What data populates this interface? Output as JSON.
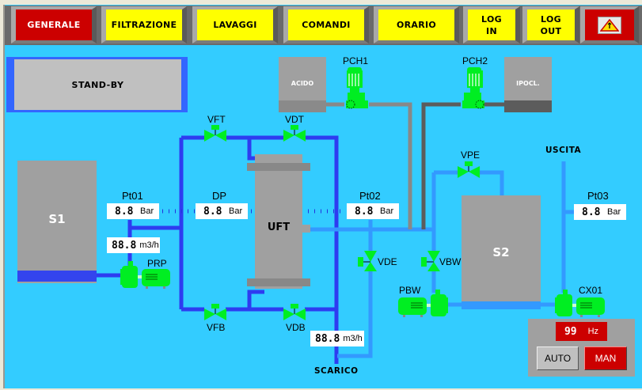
{
  "nav": {
    "generale": "GENERALE",
    "filtrazione": "FILTRAZIONE",
    "lavaggi": "LAVAGGI",
    "comandi": "COMANDI",
    "orario": "ORARIO",
    "log_in": "LOG\nIN",
    "log_out": "LOG\nOUT",
    "alarm_icon": "warning-triangle"
  },
  "status": "STAND-BY",
  "tanks": {
    "s1": "S1",
    "s2": "S2",
    "uft": "UFT",
    "acido": "ACIDO",
    "ipocl": "IPOCL."
  },
  "valves": {
    "vft": "VFT",
    "vdt": "VDT",
    "vfb": "VFB",
    "vdb": "VDB",
    "vde": "VDE",
    "vbw": "VBW",
    "vpe": "VPE"
  },
  "pumps": {
    "prp": "PRP",
    "pch1": "PCH1",
    "pch2": "PCH2",
    "pbw": "PBW",
    "cx01": "CX01"
  },
  "instruments": {
    "pt01": {
      "label": "Pt01",
      "value": "8.8",
      "unit": "Bar"
    },
    "dp": {
      "label": "DP",
      "value": "8.8",
      "unit": "Bar"
    },
    "pt02": {
      "label": "Pt02",
      "value": "8.8",
      "unit": "Bar"
    },
    "pt03": {
      "label": "Pt03",
      "value": "8.8",
      "unit": "Bar"
    },
    "flow_in": {
      "value": "88.8",
      "unit": "m3/h"
    },
    "flow_out": {
      "value": "88.8",
      "unit": "m3/h"
    }
  },
  "outlets": {
    "uscita": "USCITA",
    "scarico": "SCARICO"
  },
  "inverter": {
    "freq_value": "99",
    "freq_unit": "Hz",
    "auto_label": "AUTO",
    "man_label": "MAN",
    "mode": "MAN"
  },
  "colors": {
    "background": "#33ccff",
    "pipe_dark": "#2e3cf0",
    "pipe_light": "#3399ff",
    "device_green": "#00ee22",
    "tank_gray": "#a0a0a0",
    "active_red": "#cc0000",
    "nav_yellow": "#ffff00"
  }
}
